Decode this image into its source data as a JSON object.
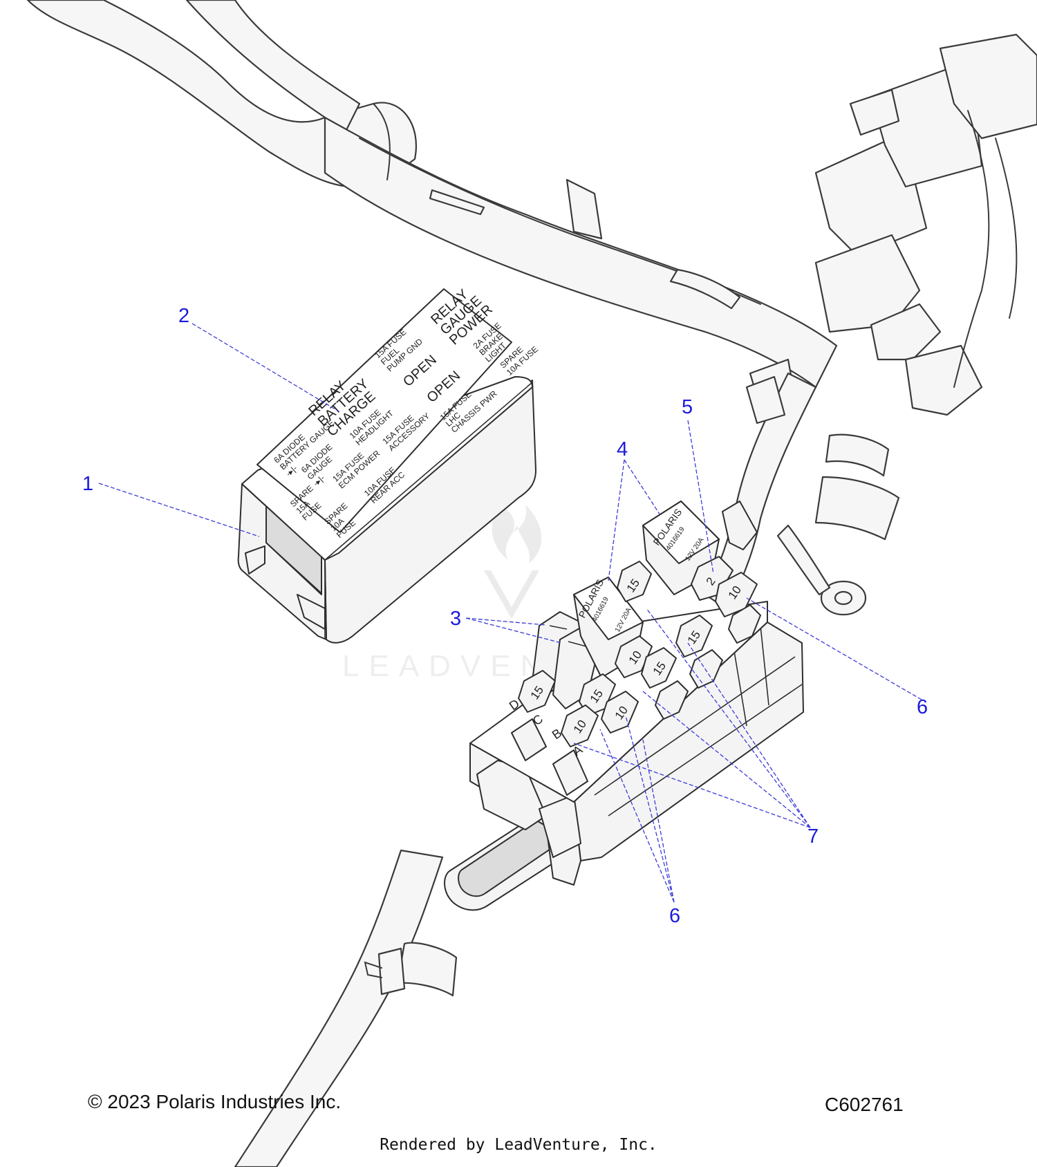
{
  "callouts": {
    "c1": "1",
    "c2": "2",
    "c3": "3",
    "c4": "4",
    "c5": "5",
    "c6a": "6",
    "c6b": "6",
    "c7": "7"
  },
  "cover_label": {
    "relay_battery_charge": [
      "RELAY",
      "BATTERY",
      "CHARGE"
    ],
    "relay_gauge_power": [
      "RELAY",
      "GAUGE",
      "POWER"
    ],
    "open_1": "OPEN",
    "open_2": "OPEN",
    "diode_battery_gauge": [
      "6A DIODE",
      "BATTERY GAUGE"
    ],
    "diode_gauge": [
      "6A DIODE",
      "GAUGE"
    ],
    "fuel_pump": [
      "15A FUSE",
      "FUEL",
      "PUMP GND"
    ],
    "brake_light": [
      "2A FUSE",
      "BRAKE",
      "LIGHT"
    ],
    "headlight": [
      "10A FUSE",
      "HEADLIGHT"
    ],
    "lhc_chassis": [
      "15A FUSE",
      "LHC",
      "CHASSIS PWR"
    ],
    "ecm_power": [
      "15A FUSE",
      "ECM POWER"
    ],
    "accessory": [
      "15A FUSE",
      "ACCESSORY"
    ],
    "spare_fuse_top": [
      "SPARE",
      "10A FUSE"
    ],
    "spare_15a": [
      "SPARE",
      "15A",
      "FUSE"
    ],
    "spare_10a": [
      "SPARE",
      "10A",
      "FUSE"
    ],
    "rear_acc": [
      "10A FUSE",
      "REAR ACC"
    ],
    "diode_symbol": "-▸|-"
  },
  "relays": {
    "relay_large": {
      "brand": "POLARIS",
      "part_no": "4016619",
      "rating": "12V  20A"
    },
    "relay_small": {
      "brand": "POLARIS",
      "part_no": "4016619",
      "rating": "12V  20A"
    }
  },
  "fuse_block": {
    "fuse_values": [
      "15",
      "2",
      "10",
      "15",
      "15",
      "10",
      "15",
      "10",
      "15",
      "10"
    ],
    "slot_letters": [
      "D",
      "C",
      "B",
      "A"
    ]
  },
  "watermark": "LEADVENTURE",
  "footer": {
    "copyright": "© 2023 Polaris Industries Inc.",
    "drawing_code": "C602761",
    "render_credit": "Rendered by LeadVenture, Inc."
  }
}
